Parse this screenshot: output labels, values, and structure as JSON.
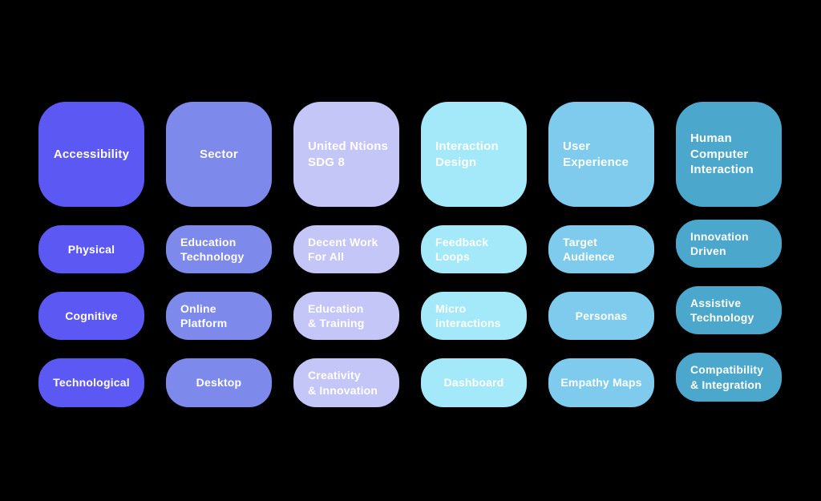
{
  "canvas": {
    "background": "#000000",
    "text_color": "#FFFFFF"
  },
  "board": {
    "columns": [
      {
        "name": "accessibility",
        "color": "#5B58F4",
        "header": {
          "label": "Accessibility",
          "align": "center"
        },
        "items": [
          {
            "label": "Physical",
            "align": "center"
          },
          {
            "label": "Cognitive",
            "align": "center"
          },
          {
            "label": "Technological",
            "align": "center"
          }
        ]
      },
      {
        "name": "sector",
        "color": "#7E89EC",
        "header": {
          "label": "Sector",
          "align": "center"
        },
        "items": [
          {
            "label": "Education\nTechnology",
            "align": "left"
          },
          {
            "label": "Online\nPlatform",
            "align": "left"
          },
          {
            "label": "Desktop",
            "align": "center"
          }
        ]
      },
      {
        "name": "united-ntions-sdg-8",
        "color": "#C3C6F6",
        "header": {
          "label": "United Ntions\nSDG 8",
          "align": "left"
        },
        "items": [
          {
            "label": "Decent Work\nFor All",
            "align": "left"
          },
          {
            "label": "Education\n& Training",
            "align": "left"
          },
          {
            "label": "Creativity\n& Innovation",
            "align": "left"
          }
        ]
      },
      {
        "name": "interaction-design",
        "color": "#A4E9FA",
        "header": {
          "label": "Interaction\nDesign",
          "align": "left"
        },
        "items": [
          {
            "label": "Feedback\nLoops",
            "align": "left"
          },
          {
            "label": "Micro\ninteractions",
            "align": "left"
          },
          {
            "label": "Dashboard",
            "align": "center"
          }
        ]
      },
      {
        "name": "user-experience",
        "color": "#7ECBEE",
        "header": {
          "label": "User\nExperience",
          "align": "left"
        },
        "items": [
          {
            "label": "Target\nAudience",
            "align": "left"
          },
          {
            "label": "Personas",
            "align": "center"
          },
          {
            "label": "Empathy Maps",
            "align": "center"
          }
        ]
      },
      {
        "name": "human-computer-interaction",
        "color": "#4BA7CB",
        "header": {
          "label": "Human\nComputer\nInteraction",
          "align": "left"
        },
        "items": [
          {
            "label": "Innovation\nDriven",
            "align": "left"
          },
          {
            "label": "Assistive\nTechnology",
            "align": "left"
          },
          {
            "label": "Compatibility\n& Integration",
            "align": "left"
          }
        ]
      }
    ]
  }
}
